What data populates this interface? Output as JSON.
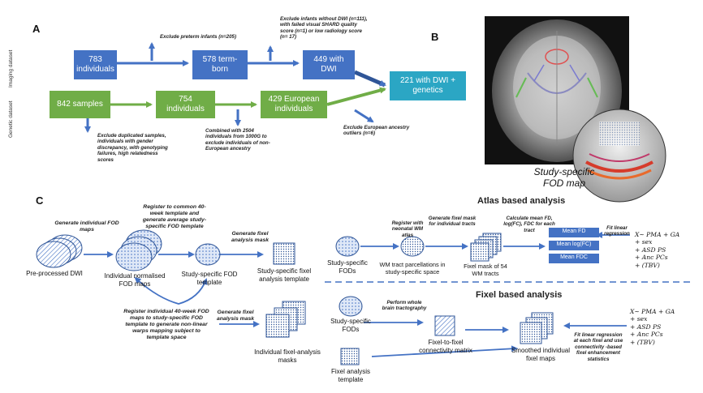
{
  "panels": {
    "a": "A",
    "b": "B",
    "c": "C"
  },
  "vertical_labels": {
    "genetic": "Genetic dataset",
    "imaging": "Imaging dataset"
  },
  "panel_a": {
    "box_783": "783 individuals",
    "box_578": "578 term-born",
    "box_449": "449 with DWI",
    "box_842": "842 samples",
    "box_754": "754 individuals",
    "box_429": "429 European individuals",
    "box_221": "221 with DWI + genetics",
    "note_preterm": "Exclude preterm infants (n=205)",
    "note_dwi": "Exclude infants without DWI (n=111), with failed visual SHARD quality score (n=1) or low radiology score (n= 17)",
    "note_dup": "Exclude duplicated samples, individuals with gender discrepancy, with genotyping failures, high relatedness scores",
    "note_1000g": "Combined with 2504 individuals from 1000G to exclude individuals of non-European ancestry",
    "note_outliers": "Exclude European ancestry outliers (n=6)"
  },
  "panel_b": {
    "caption_line1": "Study-specific",
    "caption_line2": "FOD map"
  },
  "panel_c": {
    "atlas_title": "Atlas based analysis",
    "fixel_title": "Fixel based analysis",
    "gen_fod": "Generate individual FOD maps",
    "preprocessed": "Pre-processed DWI",
    "indiv_norm": "Individual normalised FOD maps",
    "register_common": "Register to common 40-week template and generate average study-specific FOD template",
    "study_template": "Study-specific FOD template",
    "gen_mask_top": "Generate fixel analysis mask",
    "fixel_template": "Study-specific fixel analysis template",
    "register_indiv": "Register individual 40-week FOD maps to study-specific FOD template to generate non-linear warps mapping subject to template space",
    "gen_mask_bottom": "Generate fixel analysis mask",
    "indiv_masks": "Individual fixel-analysis masks",
    "atlas_fods": "Study-specific FODs",
    "register_neonatal": "Register with neonatal WM atlas",
    "wm_tract": "WM tract parcellations in study-specific space",
    "gen_mask_tracts": "Generate fixel mask for individual tracts",
    "fixel_mask": "Fixel mask of 54 WM tracts",
    "calc_mean": "Calculate mean FD, log(FC), FDC for each tract",
    "mean_fd": "Mean FD",
    "mean_logfc": "Mean log(FC)",
    "mean_fdc": "Mean FDC",
    "fit_linear_top": "Fit linear regression",
    "formula_top": [
      "X~ PMA + GA",
      "+ sex",
      "+ ASD PS",
      "+ Anc PCs",
      "+ (TBV)"
    ],
    "fb_fods": "Study-specific FODs",
    "whole_brain": "Perform whole brain tractography",
    "fixel_conn": "Fixel-to-fixel connectivity matrix",
    "fb_template": "Fixel analysis template",
    "smoothed": "Smoothed individual fixel maps",
    "fit_linear_bottom": "Fit linear regression at each fixel and use connectivity -based fixel enhancement statistics",
    "formula_bottom": [
      "X~ PMA + GA",
      "+ sex",
      "+ ASD PS",
      "+ Anc PCs",
      "+ (TBV)"
    ]
  }
}
